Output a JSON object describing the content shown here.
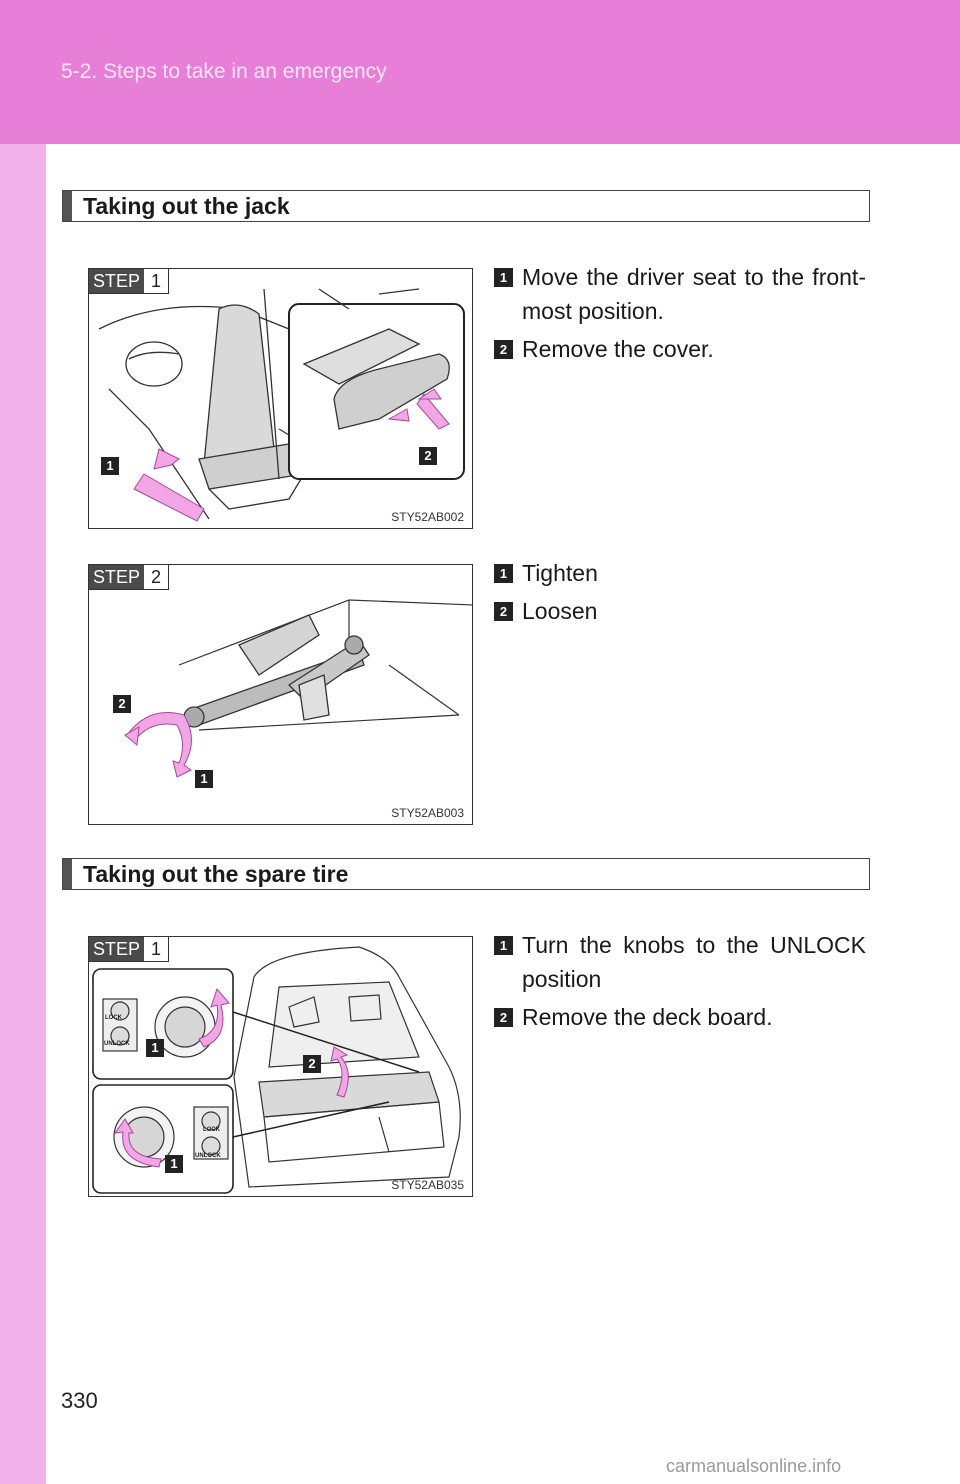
{
  "header": {
    "section": "5-2. Steps to take in an emergency"
  },
  "page_number": "330",
  "watermark": "carmanualsonline.info",
  "sections": [
    {
      "title": "Taking out the jack",
      "figures": [
        {
          "step_label": "STEP",
          "step_number": "1",
          "code": "STY52AB002",
          "callouts": [
            "1",
            "2"
          ],
          "instructions": [
            {
              "num": "1",
              "text": "Move the driver seat to the front-most position."
            },
            {
              "num": "2",
              "text": "Remove the cover."
            }
          ]
        },
        {
          "step_label": "STEP",
          "step_number": "2",
          "code": "STY52AB003",
          "callouts": [
            "2",
            "1"
          ],
          "instructions": [
            {
              "num": "1",
              "text": "Tighten"
            },
            {
              "num": "2",
              "text": "Loosen"
            }
          ]
        }
      ]
    },
    {
      "title": "Taking out the spare tire",
      "figures": [
        {
          "step_label": "STEP",
          "step_number": "1",
          "code": "STY52AB035",
          "callouts": [
            "1",
            "2",
            "1"
          ],
          "knob_labels": {
            "lock": "LOCK",
            "unlock": "UNLOCK"
          },
          "instructions": [
            {
              "num": "1",
              "text": "Turn the knobs to the UNLOCK position"
            },
            {
              "num": "2",
              "text": "Remove the deck board."
            }
          ]
        }
      ]
    }
  ],
  "colors": {
    "header": "#e77fd8",
    "sidebar": "#f1b2ec",
    "arrow": "#f2a6e6"
  }
}
